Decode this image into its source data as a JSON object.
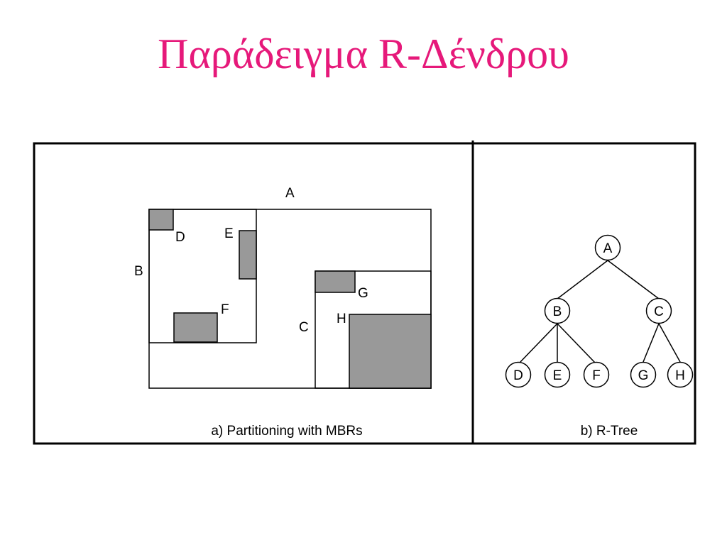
{
  "title": "Παράδειγμα R-Δένδρου",
  "colors": {
    "title": "#e6197a",
    "filled_rect": "#999999",
    "line": "#000000",
    "background": "#ffffff"
  },
  "partitioning": {
    "labels": {
      "A": "A",
      "B": "B",
      "C": "C",
      "D": "D",
      "E": "E",
      "F": "F",
      "G": "G",
      "H": "H"
    },
    "caption": "a) Partitioning with MBRs"
  },
  "tree": {
    "nodes": {
      "A": "A",
      "B": "B",
      "C": "C",
      "D": "D",
      "E": "E",
      "F": "F",
      "G": "G",
      "H": "H"
    },
    "edges": [
      [
        "A",
        "B"
      ],
      [
        "A",
        "C"
      ],
      [
        "B",
        "D"
      ],
      [
        "B",
        "E"
      ],
      [
        "B",
        "F"
      ],
      [
        "C",
        "G"
      ],
      [
        "C",
        "H"
      ]
    ],
    "caption": "b) R-Tree"
  }
}
